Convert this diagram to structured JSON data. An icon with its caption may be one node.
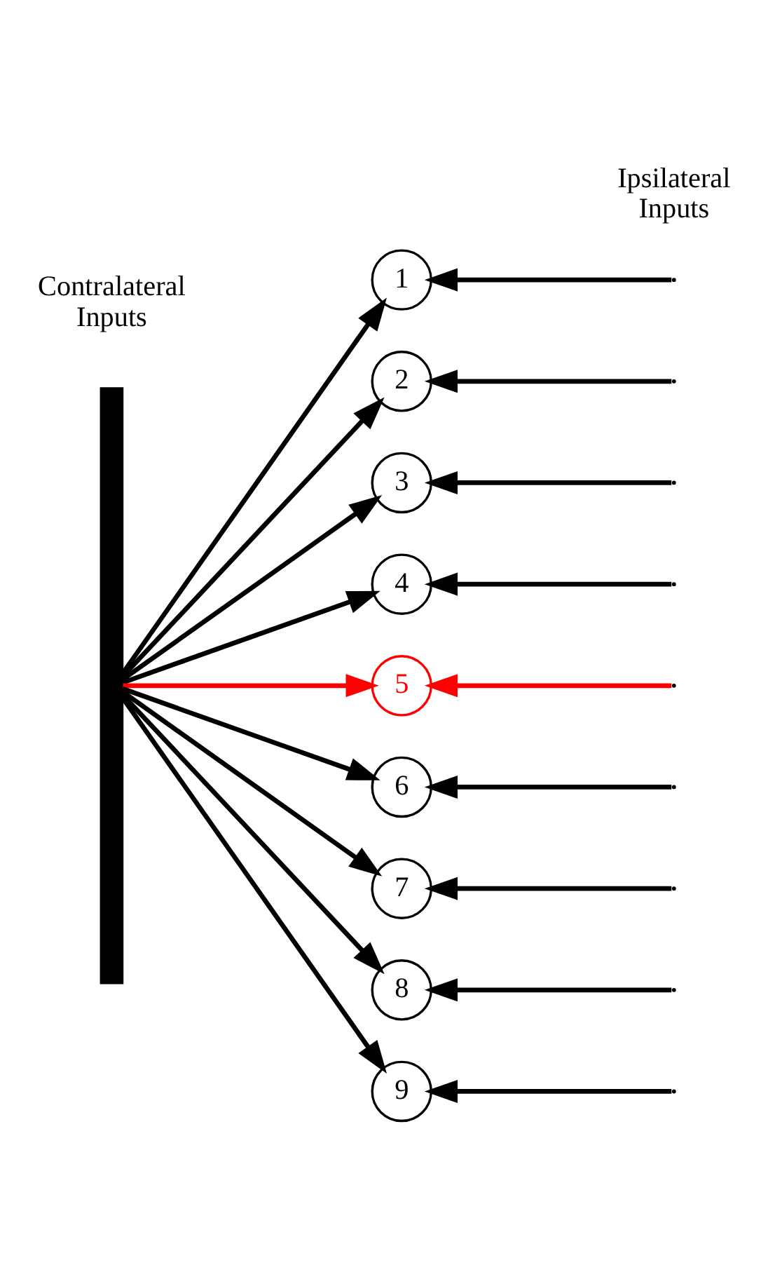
{
  "diagram": {
    "nodes": [
      {
        "text": [
          "1"
        ]
      },
      {
        "text": [
          "2"
        ]
      },
      {
        "text": [
          "3"
        ]
      },
      {
        "text": [
          "4"
        ]
      },
      {
        "text": [
          "5"
        ]
      },
      {
        "text": [
          "6"
        ]
      },
      {
        "text": [
          "7"
        ]
      },
      {
        "text": [
          "8"
        ]
      },
      {
        "text": [
          "9"
        ]
      },
      {
        "text": [],
        "shape": "bar"
      }
    ],
    "edges": [
      {
        "from": 9,
        "to": 0,
        "arrow": "to"
      },
      {
        "from": null,
        "to": 0,
        "arrow": "to"
      },
      {
        "from": 9,
        "to": 1,
        "arrow": "to"
      },
      {
        "from": null,
        "to": 1,
        "arrow": "to"
      },
      {
        "from": 9,
        "to": 2,
        "arrow": "to"
      },
      {
        "from": null,
        "to": 2,
        "arrow": "to"
      },
      {
        "from": 9,
        "to": 3,
        "arrow": "to"
      },
      {
        "from": null,
        "to": 3,
        "arrow": "to"
      },
      {
        "from": 9,
        "to": 4,
        "arrow": "to",
        "color": "#ff0000"
      },
      {
        "from": null,
        "to": 4,
        "arrow": "to",
        "color": "#ff0000"
      },
      {
        "from": 9,
        "to": 5,
        "arrow": "to"
      },
      {
        "from": null,
        "to": 5,
        "arrow": "to"
      },
      {
        "from": 9,
        "to": 6,
        "arrow": "to"
      },
      {
        "from": null,
        "to": 6,
        "arrow": "to"
      },
      {
        "from": 9,
        "to": 7,
        "arrow": "to"
      },
      {
        "from": null,
        "to": 7,
        "arrow": "to"
      },
      {
        "from": 9,
        "to": 8,
        "arrow": "to"
      },
      {
        "from": null,
        "to": 8,
        "arrow": "to"
      }
    ],
    "labels": [
      "Contralateral Inputs",
      "Ipsilateral Inputs"
    ]
  }
}
